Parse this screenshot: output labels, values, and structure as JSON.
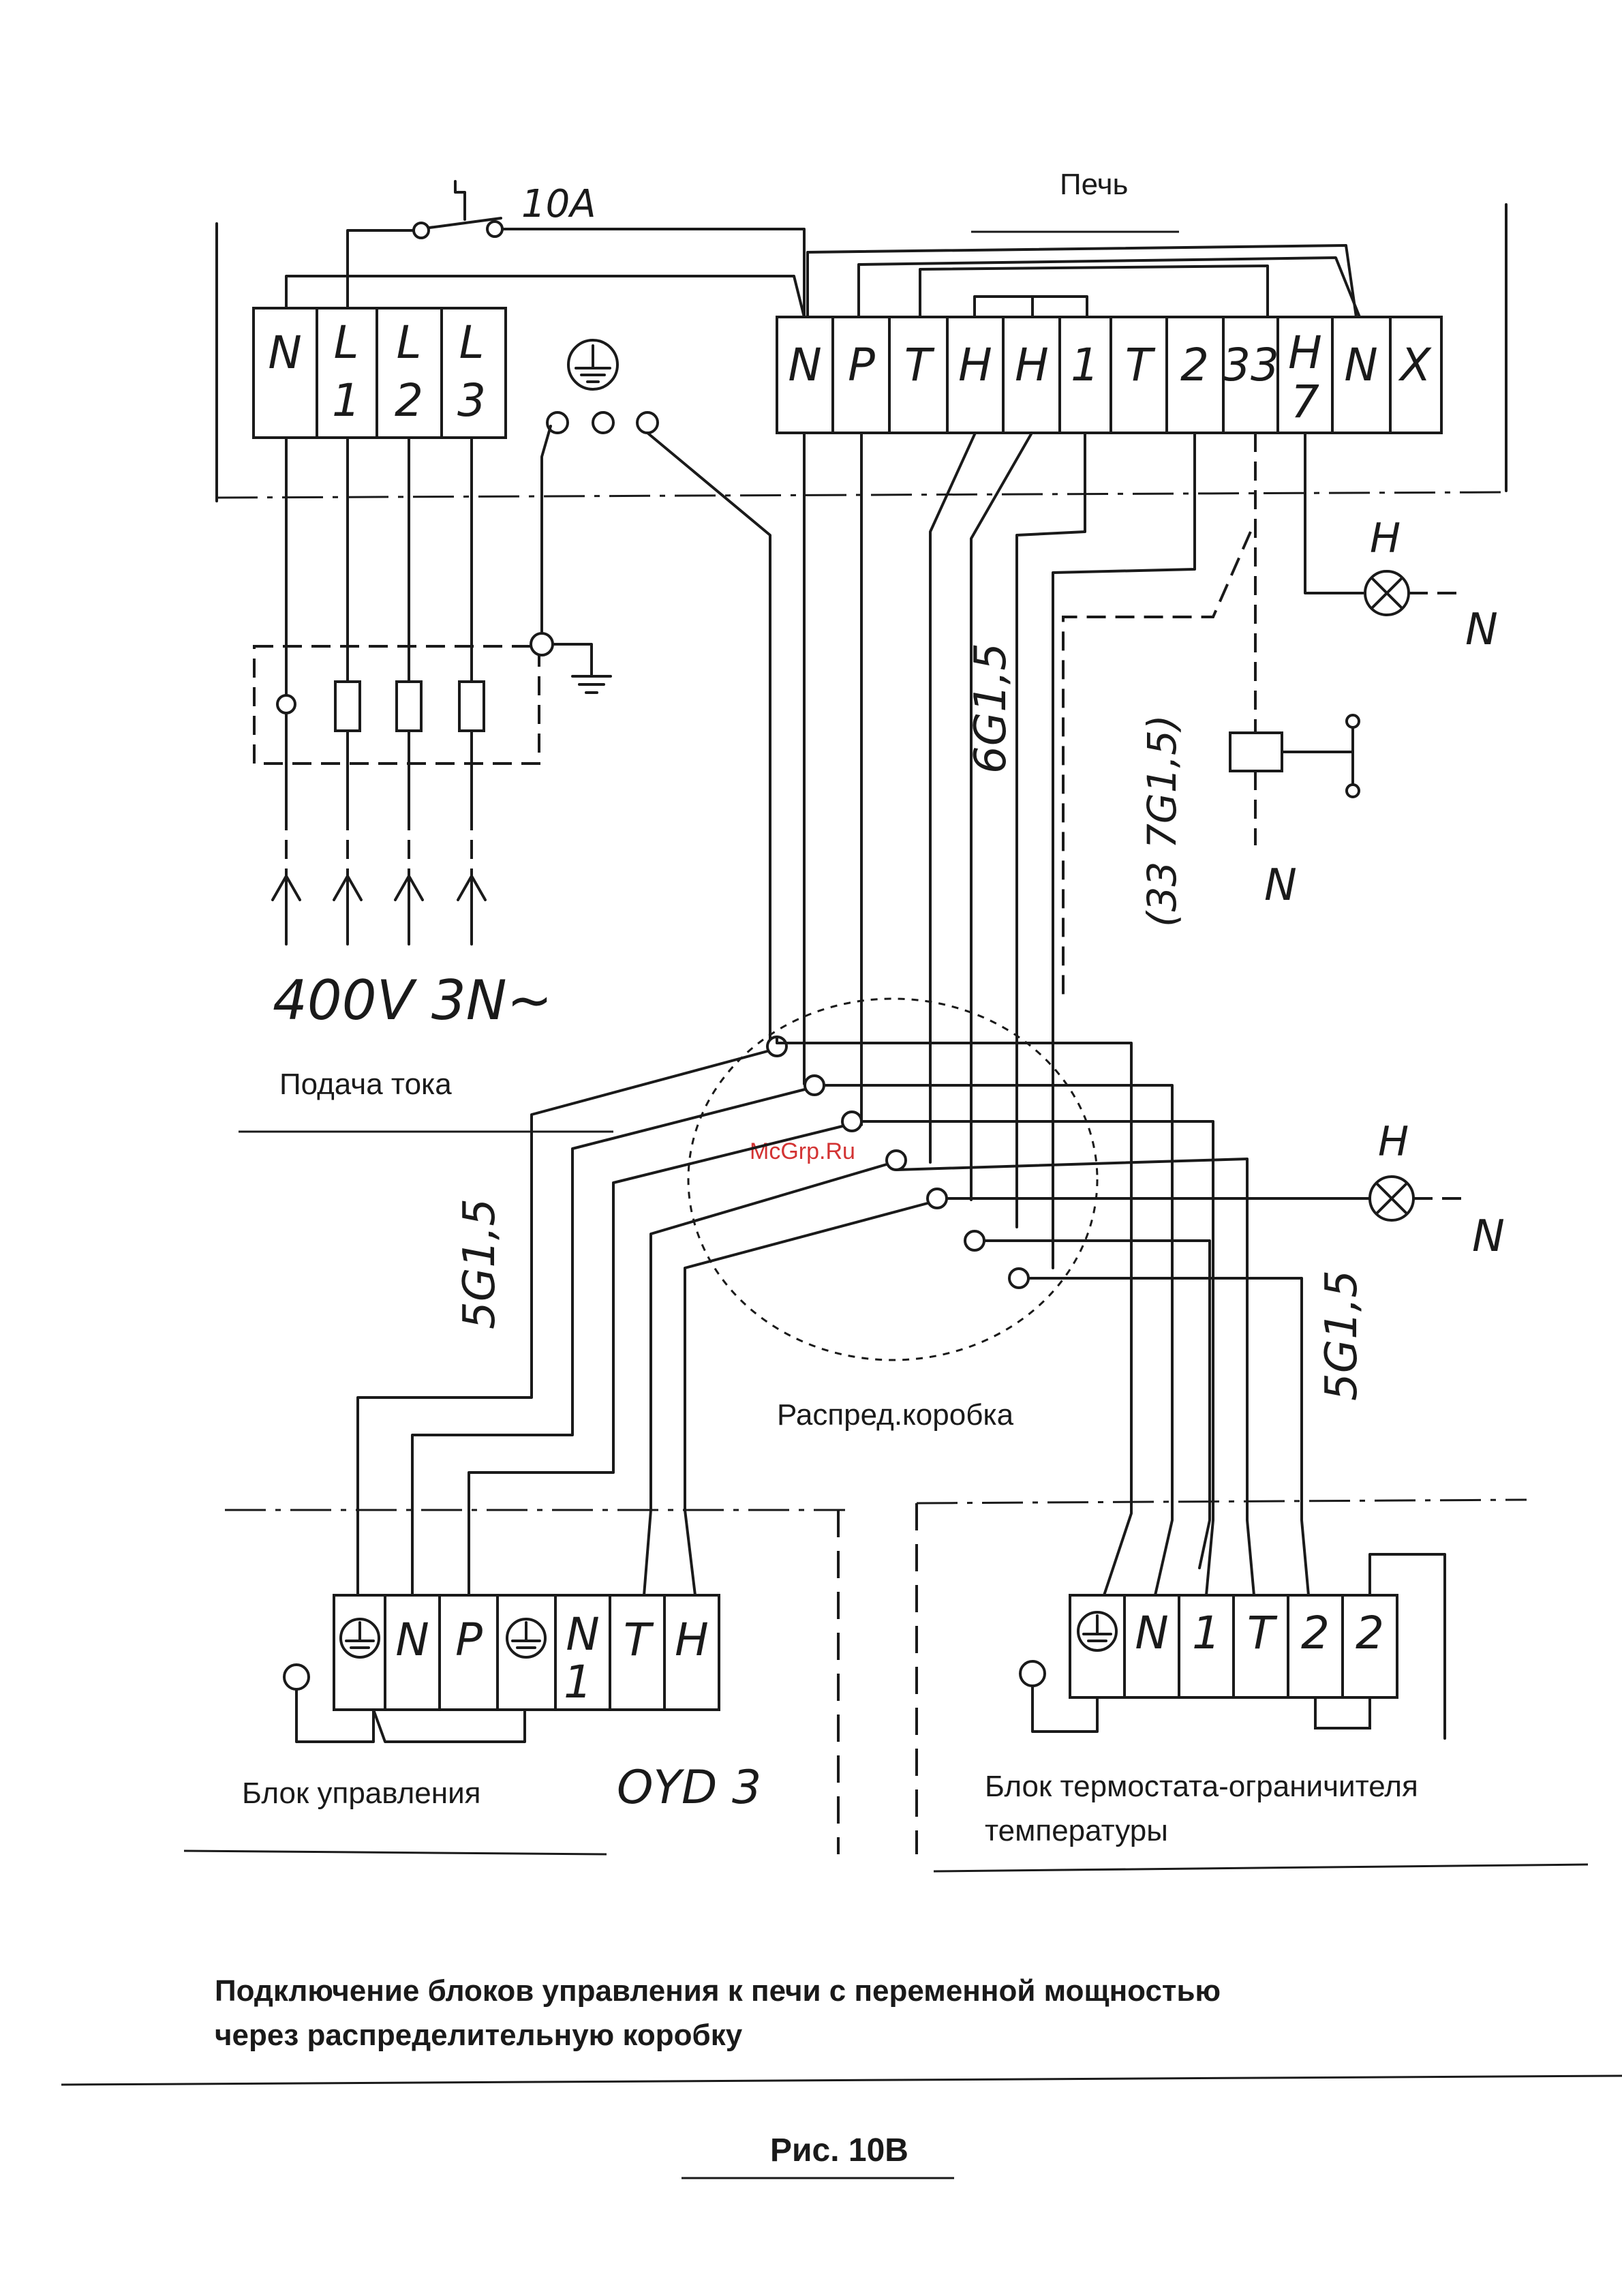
{
  "switch_rating": "10A",
  "labels": {
    "stove": "Печь",
    "power_supply": "Подача тока",
    "voltage": "400V 3N~",
    "junction_box": "Распред.коробка",
    "control_unit": "Блок управления",
    "control_unit_model": "OYD 3",
    "thermostat_unit_line1": "Блок термостата-ограничителя",
    "thermostat_unit_line2": "температуры"
  },
  "cables": {
    "stove_power": "6G1,5",
    "stove_aux": "(33   7G1,5)",
    "control": "5G1,5",
    "thermostat": "5G1,5"
  },
  "lamp_labels": {
    "lamp": "H",
    "neutral": "N"
  },
  "relay_neutral": "N",
  "supply_terminals": [
    "N",
    "L1",
    "L2",
    "L3"
  ],
  "stove_terminals": [
    "N",
    "P",
    "T",
    "H",
    "H",
    "1",
    "T",
    "2",
    "33",
    "H7",
    "N",
    "X"
  ],
  "control_terminals": [
    "⏚",
    "N",
    "P",
    "⏚",
    "N1",
    "T",
    "H"
  ],
  "thermostat_terminals": [
    "⏚",
    "N",
    "1",
    "T",
    "2",
    "2"
  ],
  "caption": {
    "line1": "Подключение блоков управления к печи с переменной мощностью",
    "line2": "через распределительную коробку",
    "figure": "Рис. 10В"
  },
  "watermark": "McGrp.Ru"
}
